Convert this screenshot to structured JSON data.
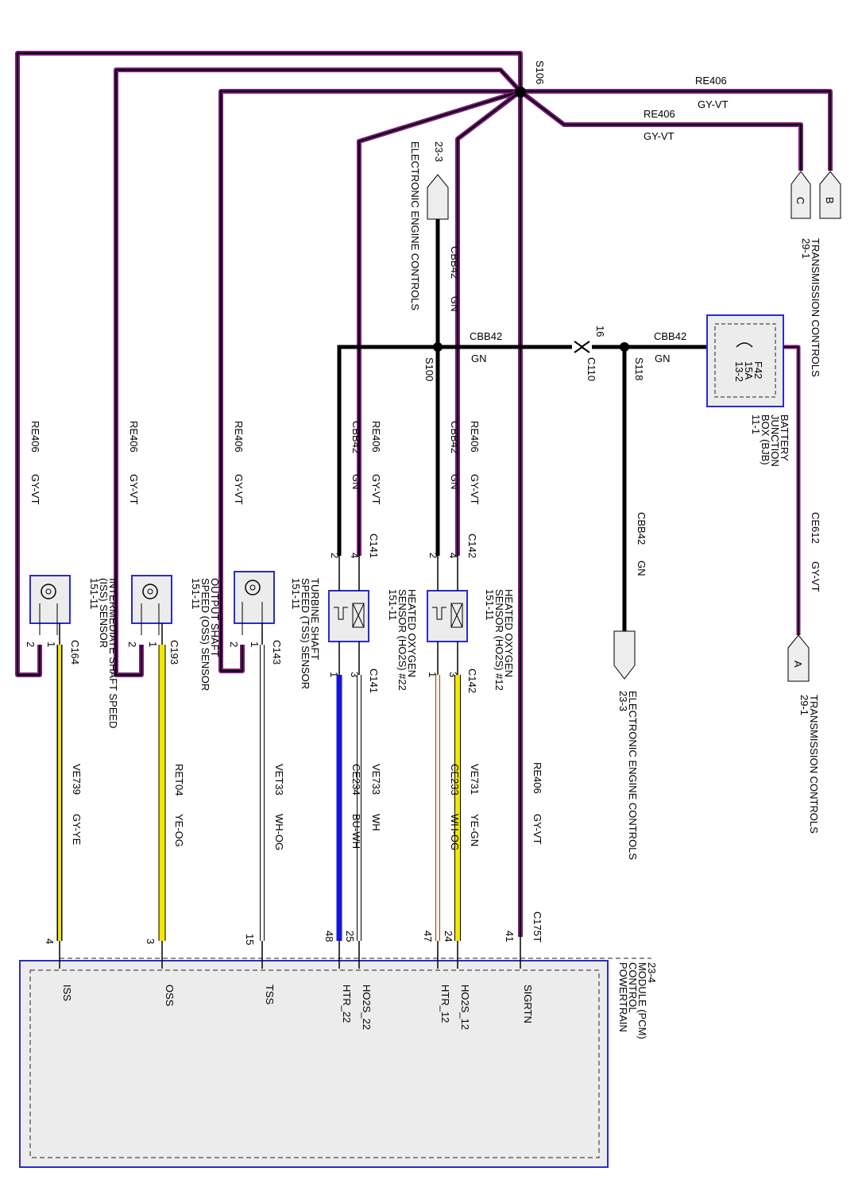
{
  "splices": {
    "s106": "S106",
    "s100": "S100",
    "s118": "S118"
  },
  "connectors": {
    "c110": "C110",
    "c110_pin": "16",
    "c141": "C141",
    "c142": "C142",
    "c143": "C143",
    "c164": "C164",
    "c193": "C193",
    "c175t": "C175T"
  },
  "top_wires": {
    "b": {
      "circuit": "RE406",
      "color": "GY-VT"
    },
    "c": {
      "circuit": "RE406",
      "color": "GY-VT"
    }
  },
  "trans_top": {
    "pin_c": "C",
    "pin_b": "B",
    "ref": "29-1",
    "label": "TRANSMISSION CONTROLS"
  },
  "trans_bottom": {
    "pin_a": "A",
    "ref": "29-1",
    "label": "TRANSMISSION CONTROLS"
  },
  "eec_top": {
    "ref": "23-3",
    "label": "ELECTRONIC ENGINE CONTROLS"
  },
  "eec_bottom": {
    "ref": "23-3",
    "label": "ELECTRONIC ENGINE CONTROLS"
  },
  "bjb": {
    "fuse": "F42",
    "amp": "15A",
    "ref": "13-2",
    "label1": "BATTERY",
    "label2": "JUNCTION",
    "label3": "BOX (BJB)",
    "label4": "11-1"
  },
  "ground_wires": {
    "eec_vert": {
      "circuit": "CBB42",
      "color": "GN"
    },
    "horiz_left": {
      "circuit": "CBB42",
      "color": "GN"
    },
    "horiz_right": {
      "circuit": "CBB42",
      "color": "GN"
    },
    "s118_down": {
      "circuit": "CBB42",
      "color": "GN"
    },
    "ce612": {
      "circuit": "CE612",
      "color": "GY-VT"
    }
  },
  "feeds": {
    "iss": {
      "circuit": "RE406",
      "color": "GY-VT"
    },
    "oss": {
      "circuit": "RE406",
      "color": "GY-VT"
    },
    "tss": {
      "circuit": "RE406",
      "color": "GY-VT"
    },
    "ho22_re": {
      "circuit": "RE406",
      "color": "GY-VT"
    },
    "ho22_cbb": {
      "circuit": "CBB42",
      "color": "GN"
    },
    "ho12_re": {
      "circuit": "RE406",
      "color": "GY-VT"
    },
    "ho12_cbb": {
      "circuit": "CBB42",
      "color": "GN"
    },
    "sigrtn": {
      "circuit": "RE406",
      "color": "GY-VT"
    }
  },
  "sensors": {
    "iss": {
      "l1": "INTERMEDIATE SHAFT SPEED",
      "l2": "(ISS) SENSOR",
      "l3": "151-11"
    },
    "oss": {
      "l1": "OUTPUT SHAFT",
      "l2": "SPEED (OSS) SENSOR",
      "l3": "151-11"
    },
    "tss": {
      "l1": "TURBINE SHAFT",
      "l2": "SPEED (TSS) SENSOR",
      "l3": "151-11"
    },
    "ho22": {
      "l1": "HEATED OXYGEN",
      "l2": "SENSOR (HO2S) #22",
      "l3": "151-11"
    },
    "ho12": {
      "l1": "HEATED OXYGEN",
      "l2": "SENSOR (HO2S) #12",
      "l3": "151-11"
    }
  },
  "pins": {
    "p1": "1",
    "p2": "2",
    "p3": "3",
    "p4": "4"
  },
  "signal_wires": {
    "iss": {
      "circuit": "VE739",
      "color": "GY-YE",
      "pin": "4",
      "name": "ISS"
    },
    "oss": {
      "circuit": "RET04",
      "color": "YE-OG",
      "pin": "3",
      "name": "OSS"
    },
    "tss": {
      "circuit": "VET33",
      "color": "WH-OG",
      "pin": "15",
      "name": "TSS"
    },
    "htr22": {
      "circuit": "CE234",
      "color": "BU-WH",
      "pin": "48",
      "name": "HTR_22"
    },
    "ho2s22": {
      "circuit": "VE733",
      "color": "WH",
      "pin": "25",
      "name": "HO2S_22"
    },
    "htr12": {
      "circuit": "CE233",
      "color": "WH-OG",
      "pin": "47",
      "name": "HTR_12"
    },
    "ho2s12": {
      "circuit": "VE731",
      "color": "YE-GN",
      "pin": "24",
      "name": "HO2S_12"
    },
    "sigrtn": {
      "circuit": "RE406",
      "color": "GY-VT",
      "pin": "41",
      "name": "SIGRTN"
    }
  },
  "pcm": {
    "l1": "POWERTRAIN",
    "l2": "CONTROL",
    "l3": "MODULE (PCM)",
    "l4": "23-4"
  },
  "colors": {
    "purple": "#7a1a7a",
    "yellow": "#f2e800",
    "blue": "#1414d8",
    "pcm_fill": "#ececec",
    "pcm_border": "#2b2bcc"
  }
}
